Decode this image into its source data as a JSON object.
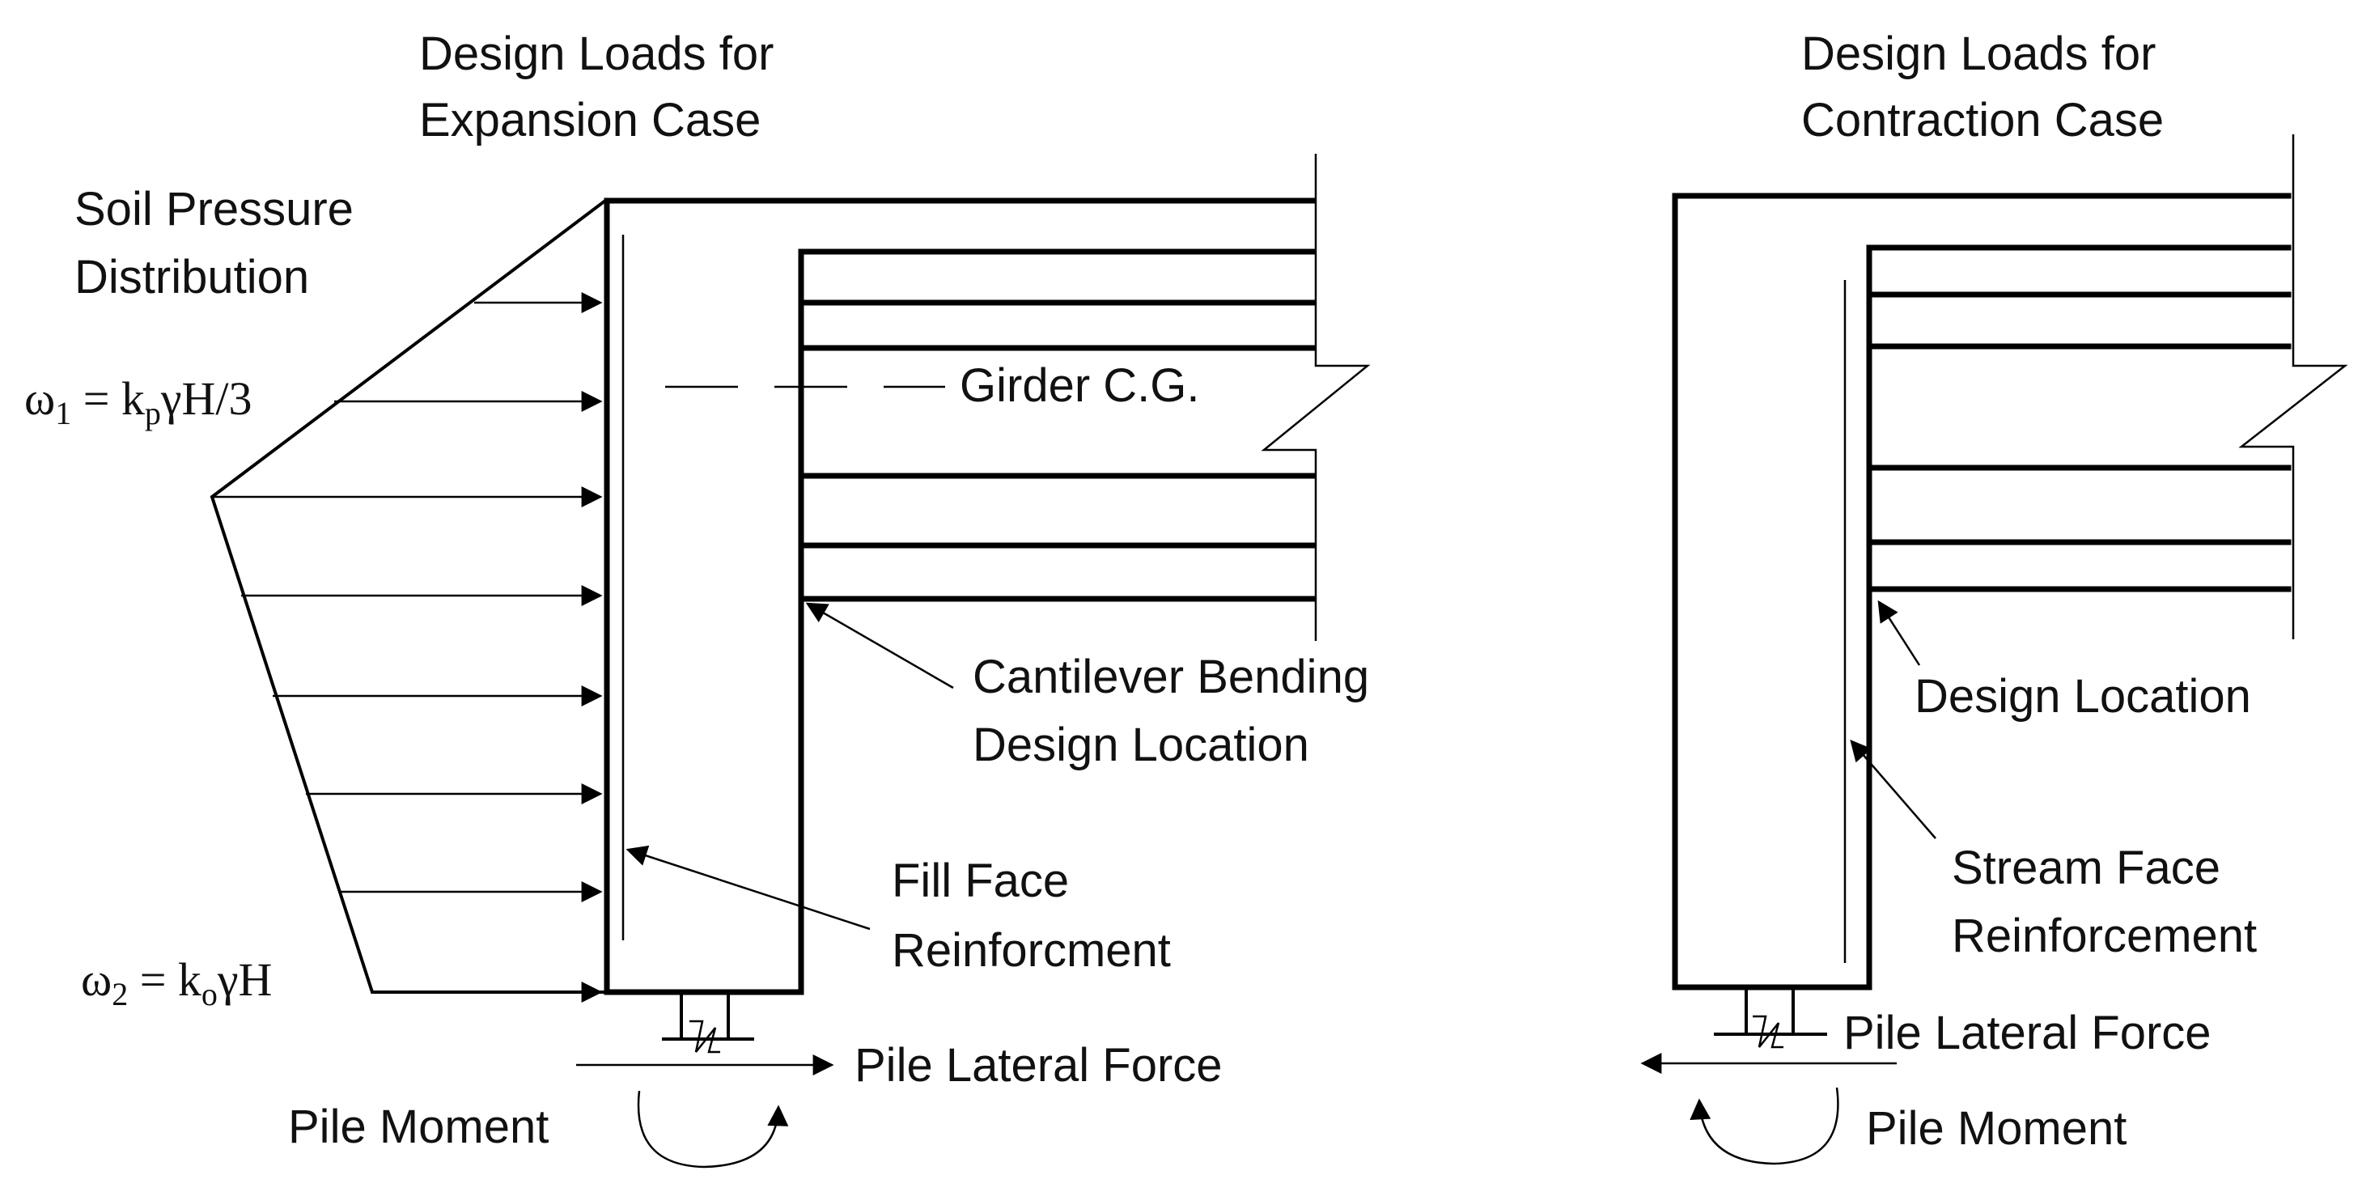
{
  "expansion": {
    "title_line1": "Design Loads for",
    "title_line2": "Expansion Case",
    "soil_line1": "Soil Pressure",
    "soil_line2": "Distribution",
    "w1_symbol": "ω",
    "w1_index": "1",
    "w1_mid": " = k",
    "w1_k_index": "p",
    "w1_tail": "γH/3",
    "w2_symbol": "ω",
    "w2_index": "2",
    "w2_mid": " = k",
    "w2_k_index": "o",
    "w2_tail": "γH",
    "girder_cg": "Girder C.G.",
    "cantilever_line1": "Cantilever Bending",
    "cantilever_line2": "Design Location",
    "fill_line1": "Fill Face",
    "fill_line2": "Reinforcment",
    "pile_lateral": "Pile Lateral Force",
    "pile_moment": "Pile Moment"
  },
  "contraction": {
    "title_line1": "Design Loads for",
    "title_line2": "Contraction Case",
    "design_location": "Design Location",
    "stream_line1": "Stream Face",
    "stream_line2": "Reinforcement",
    "pile_lateral": "Pile Lateral Force",
    "pile_moment": "Pile Moment"
  }
}
